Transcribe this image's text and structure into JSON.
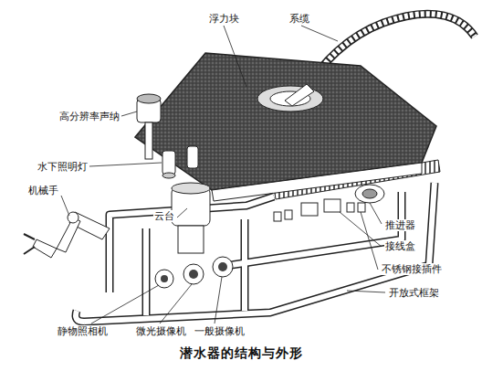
{
  "diagram": {
    "caption": "潜水器的结构与外形",
    "labels": [
      "浮力块",
      "系缆",
      "高分辨率声纳",
      "水下照明灯",
      "机械手",
      "云台",
      "推进器",
      "接线盒",
      "不锈钢接插件",
      "开放式框架",
      "静物照相机",
      "微光摄像机",
      "一般摄像机"
    ]
  }
}
